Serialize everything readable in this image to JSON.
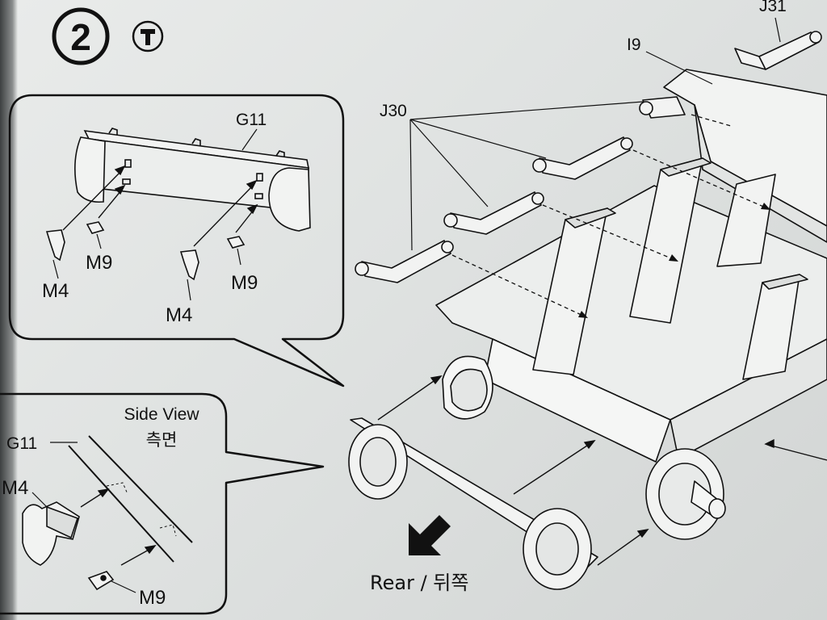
{
  "step": {
    "number": "2",
    "glue_icon": "glue-tube-icon"
  },
  "detail_callout": {
    "part_top": "G11",
    "left_clip": "M4",
    "left_nut": "M9",
    "right_clip": "M4",
    "right_nut": "M9"
  },
  "side_view": {
    "title_en": "Side View",
    "title_ko": "측면",
    "plate": "G11",
    "clip": "M4",
    "nut": "M9"
  },
  "main": {
    "part_j31": "J31",
    "part_i9": "I9",
    "part_j30": "J30",
    "direction_label": "Rear / 뒤쪽"
  },
  "colors": {
    "ink": "#111111",
    "paper": "#e5e7e6",
    "part_fill": "#f2f3f2"
  }
}
